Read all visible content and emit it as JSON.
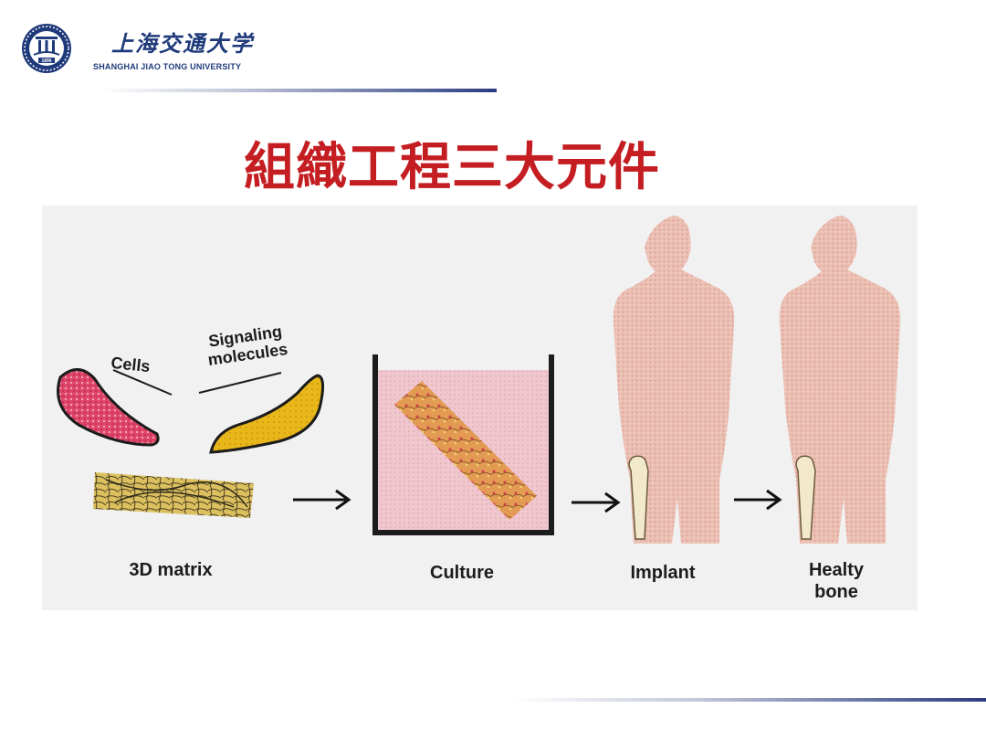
{
  "logo": {
    "name_cn": "上海交通大学",
    "name_en": "SHANGHAI JIAO TONG UNIVERSITY",
    "seal_year": "1896",
    "brand_color": "#1f3a7a"
  },
  "slide": {
    "title": "組織工程三大元件",
    "title_color": "#c41e22"
  },
  "figure": {
    "cells_label": "Cells",
    "signaling_line1": "Signaling",
    "signaling_line2": "molecules",
    "matrix_label": "3D matrix",
    "culture_label": "Culture",
    "implant_label": "Implant",
    "healthy_line1": "Healty",
    "healthy_line2": "bone",
    "cells_color": "#e0456a",
    "signaling_color": "#e8b81a",
    "body_color": "#ebbfb3",
    "culture_medium_color": "#f0c7ce"
  }
}
